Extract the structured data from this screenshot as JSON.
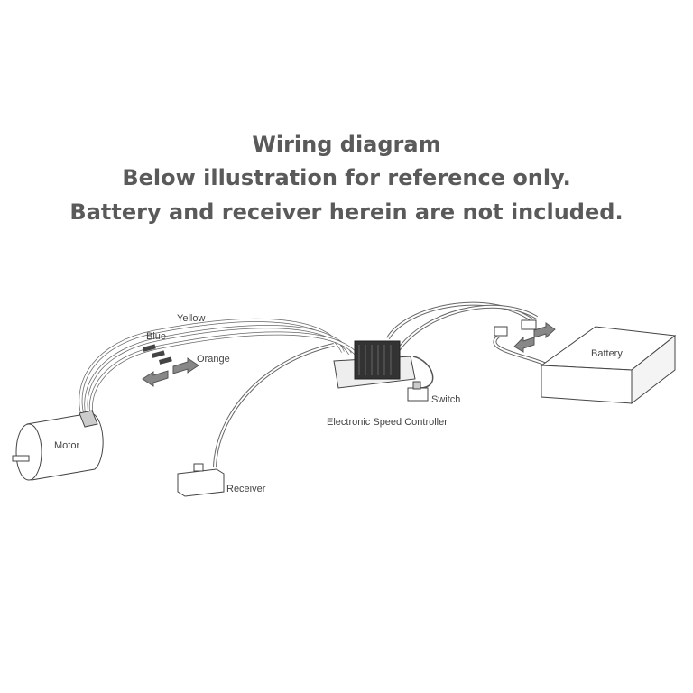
{
  "heading": {
    "line1": "Wiring diagram",
    "line2": "Below illustration for reference only.",
    "line3": "Battery and receiver herein are not included."
  },
  "labels": {
    "yellow": "Yellow",
    "blue": "Blue",
    "orange": "Orange",
    "motor": "Motor",
    "receiver": "Receiver",
    "esc": "Electronic Speed Controller",
    "switch": "Switch",
    "battery": "Battery"
  }
}
